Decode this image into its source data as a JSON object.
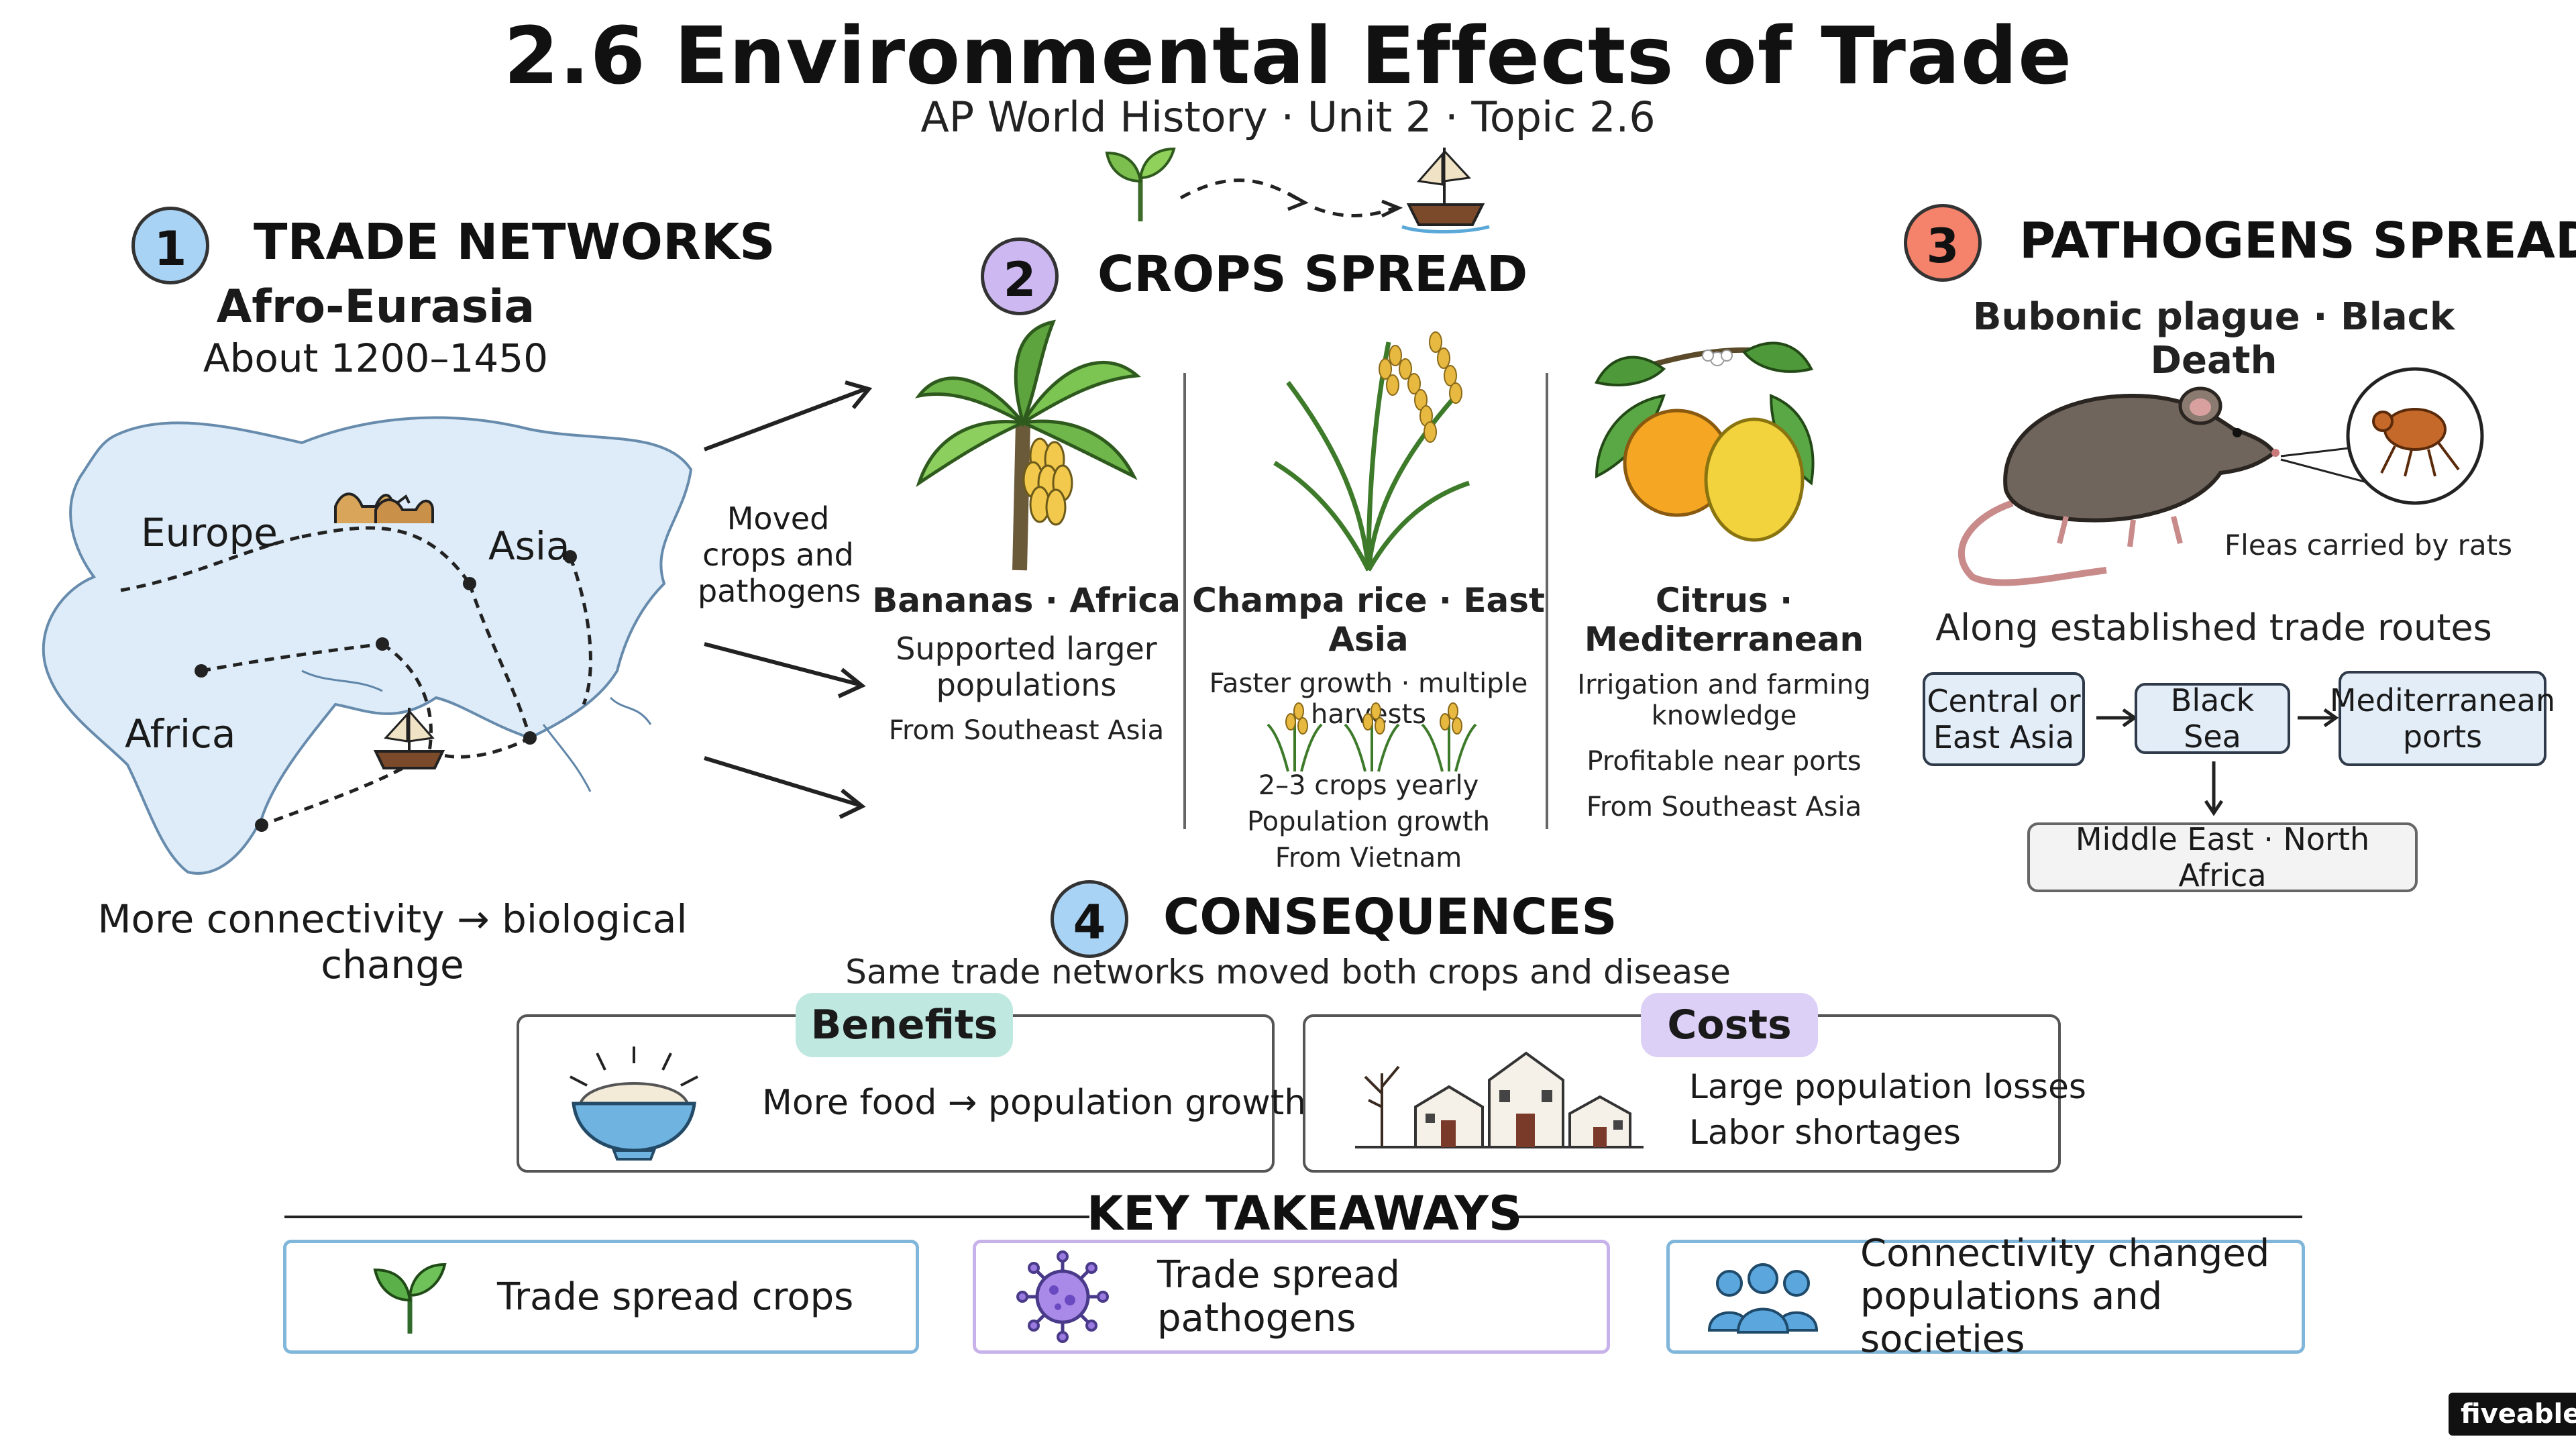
{
  "header": {
    "title": "2.6 Environmental Effects of Trade",
    "subtitle": "AP World History · Unit 2 · Topic 2.6"
  },
  "section1": {
    "number": "1",
    "title": "TRADE NETWORKS",
    "region": "Afro-Eurasia",
    "dates": "About 1200–1450",
    "map_labels": {
      "europe": "Europe",
      "asia": "Asia",
      "africa": "Africa"
    },
    "caption": "More connectivity → biological change",
    "arrow_note": [
      "Moved",
      "crops and",
      "pathogens"
    ]
  },
  "section2": {
    "number": "2",
    "title": "CROPS SPREAD",
    "bananas": {
      "heading": "Bananas · Africa",
      "line1": "Supported larger",
      "line2": "populations",
      "origin": "From Southeast Asia"
    },
    "rice": {
      "heading": "Champa rice · East Asia",
      "line1": "Faster growth · multiple",
      "line2": "harvests",
      "line3": "2–3 crops yearly",
      "line4": "Population growth",
      "line5": "From Vietnam"
    },
    "citrus": {
      "heading": "Citrus · Mediterranean",
      "line1": "Irrigation and farming",
      "line2": "knowledge",
      "line3": "Profitable near ports",
      "origin": "From Southeast Asia"
    }
  },
  "section3": {
    "number": "3",
    "title": "PATHOGENS SPREAD",
    "subtitle": "Bubonic plague · Black Death",
    "flea_caption": "Fleas carried by rats",
    "routes_caption": "Along established trade routes",
    "flow": {
      "central_l1": "Central or",
      "central_l2": "East Asia",
      "black_sea": "Black Sea",
      "med_l1": "Mediterranean",
      "med_l2": "ports",
      "middle_east": "Middle East · North Africa"
    }
  },
  "section4": {
    "number": "4",
    "title": "CONSEQUENCES",
    "subtitle": "Same trade networks moved both crops and disease",
    "benefits": {
      "label": "Benefits",
      "text": "More food → population growth"
    },
    "costs": {
      "label": "Costs",
      "line1": "Large population losses",
      "line2": "Labor shortages"
    }
  },
  "takeaways": {
    "heading": "KEY TAKEAWAYS",
    "items": [
      {
        "text": "Trade spread crops",
        "icon": "sprout-icon"
      },
      {
        "text": "Trade spread pathogens",
        "icon": "virus-icon"
      },
      {
        "text_l1": "Connectivity changed",
        "text_l2": "populations and societies",
        "icon": "people-icon"
      }
    ]
  },
  "brand": {
    "logo": "fiveable"
  },
  "colors": {
    "badge1": "#a9d3f5",
    "badge2": "#cdb8f2",
    "badge3": "#f5836b",
    "badge4": "#a9d3f5",
    "benefits_pill": "#bfe8e1",
    "costs_pill": "#ddd0f7",
    "kt1_border": "#7fb6da",
    "kt2_border": "#c7b2ea",
    "kt3_border": "#7fb6da"
  }
}
